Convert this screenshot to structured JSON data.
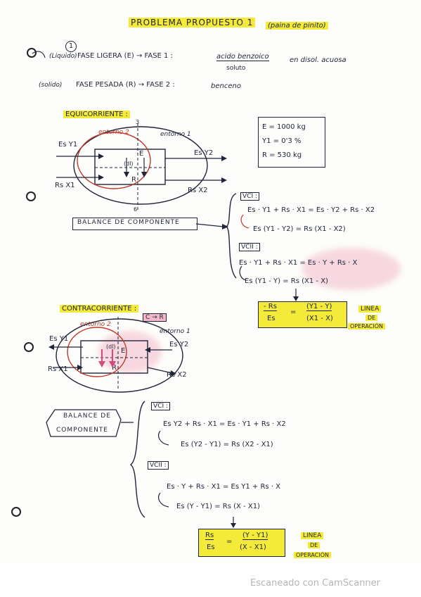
{
  "header": {
    "title": "PROBLEMA PROPUESTO 1",
    "note": "(paina de pinito)"
  },
  "phases": {
    "number": "1",
    "line1_prefix": "(Liquido)",
    "line1_text": "FASE LIGERA (E) → FASE 1 :",
    "line1_solute_num": "acido benzoico",
    "line1_solute_den": "soluto",
    "line1_suffix": "en disol. acuosa",
    "line2_prefix": "(solido)",
    "line2_text": "FASE PESADA (R) → FASE 2 :",
    "line2_suffix": "benceno"
  },
  "equicorriente": {
    "title": "EQUICORRIENTE :",
    "diagram": {
      "entorno2": "entorno 2",
      "entorno1": "entorno 1",
      "in_top": "Es Y1",
      "out_top": "Es Y2",
      "in_bottom": "Rs X1",
      "out_bottom": "Rs X2",
      "E": "E",
      "R": "R",
      "dl": "(dl)",
      "mark_top": "3",
      "mark_bottom": "6"
    },
    "data": [
      "E = 1000 kg",
      "Y1 = 0'3 %",
      "R = 530 kg"
    ],
    "balance_label": "BALANCE DE COMPONENTE",
    "vci_label": "VCI :",
    "vci_eq1": "Es · Y1 + Rs · X1 = Es · Y2 + Rs · X2",
    "vci_eq2": "Es (Y1 - Y2) = Rs (X1 - X2)",
    "vcii_label": "VCII :",
    "vcii_eq1": "Es · Y1 + Rs · X1 = Es · Y + Rs · X",
    "vcii_eq2": "Es (Y1 - Y) = Rs (X1 - X)",
    "result_lhs_num": "- Rs",
    "result_lhs_den": "Es",
    "result_rhs_num": "(Y1 - Y)",
    "result_rhs_den": "(X1 - X)",
    "result_label": [
      "LINEA",
      "DE",
      "OPERACIÓN"
    ]
  },
  "contracorriente": {
    "title": "CONTRACORRIENTE :",
    "tag": "C → R",
    "diagram": {
      "entorno2": "entorno 2",
      "entorno1": "entorno 1",
      "out_top": "Es Y1",
      "in_top": "Es Y2",
      "in_bottom": "Rs X1",
      "out_bottom": "Rs X2",
      "E": "E",
      "R": "R",
      "dl": "(dl)"
    },
    "balance_label_1": "BALANCE DE",
    "balance_label_2": "COMPONENTE",
    "vci_label": "VCI :",
    "vci_eq1": "Es Y2 + Rs · X1 = Es · Y1 + Rs · X2",
    "vci_eq2": "Es (Y2 - Y1) = Rs (X2 - X1)",
    "vcii_label": "VCII :",
    "vcii_eq1": "Es · Y + Rs · X1 = Es Y1 + Rs · X",
    "vcii_eq2": "Es (Y - Y1) = Rs (X - X1)",
    "result_lhs_num": "Rs",
    "result_lhs_den": "Es",
    "result_rhs_num": "(Y - Y1)",
    "result_rhs_den": "(X - X1)",
    "result_label": [
      "LINEA",
      "DE",
      "OPERACIÓN"
    ]
  },
  "footer": {
    "watermark": "Escaneado con CamScanner"
  },
  "colors": {
    "ink": "#1f2438",
    "highlight_yellow": "#f3ea3a",
    "highlight_pink": "#f4b9c8",
    "red_ink": "#c0392b",
    "pink_ink": "#d44b7a"
  }
}
